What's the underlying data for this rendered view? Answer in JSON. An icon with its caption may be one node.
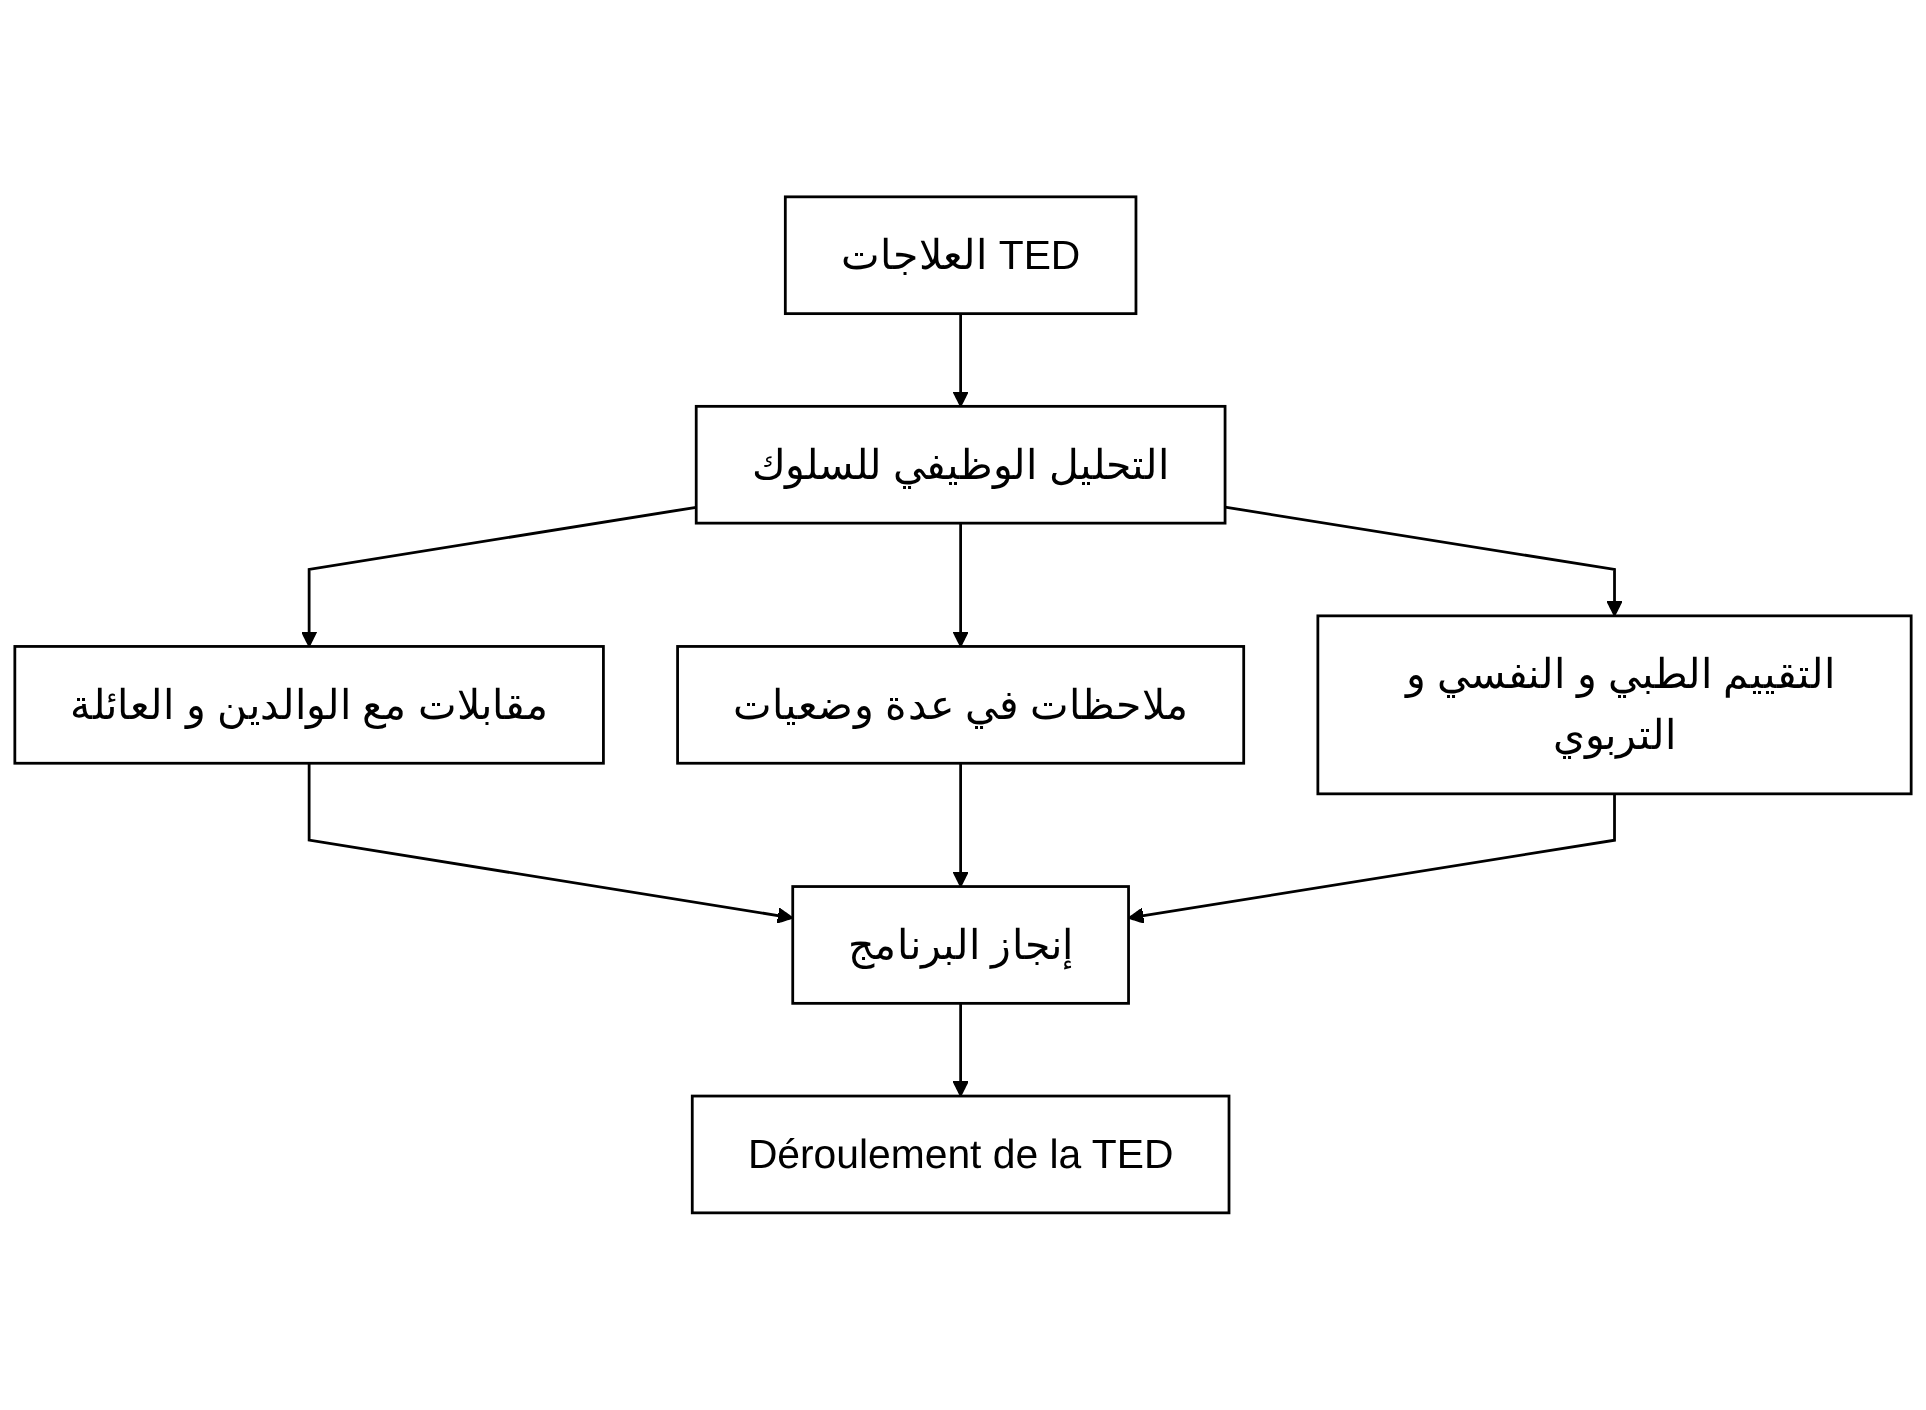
{
  "diagram": {
    "nodes": [
      {
        "text": [
          "العلاجات TED"
        ]
      },
      {
        "text": [
          "التحليل الوظيفي للسلوك"
        ]
      },
      {
        "text": [
          "مقابلات مع الوالدين و العائلة"
        ]
      },
      {
        "text": [
          "ملاحظات في عدة وضعيات"
        ]
      },
      {
        "text": [
          "التقييم الطبي و النفسي و التربوي"
        ]
      },
      {
        "text": [
          "إنجاز البرنامج"
        ]
      },
      {
        "text": [
          "Déroulement de la TED"
        ]
      }
    ],
    "edges": [
      {
        "from": 0,
        "to": 1,
        "arrow": "to"
      },
      {
        "from": 1,
        "to": 2,
        "arrow": "to"
      },
      {
        "from": 1,
        "to": 3,
        "arrow": "to"
      },
      {
        "from": 1,
        "to": 4,
        "arrow": "to"
      },
      {
        "from": 2,
        "to": 5,
        "arrow": "to"
      },
      {
        "from": 3,
        "to": 5,
        "arrow": "to"
      },
      {
        "from": 4,
        "to": 5,
        "arrow": "to"
      },
      {
        "from": 5,
        "to": 6,
        "arrow": "to"
      }
    ]
  }
}
